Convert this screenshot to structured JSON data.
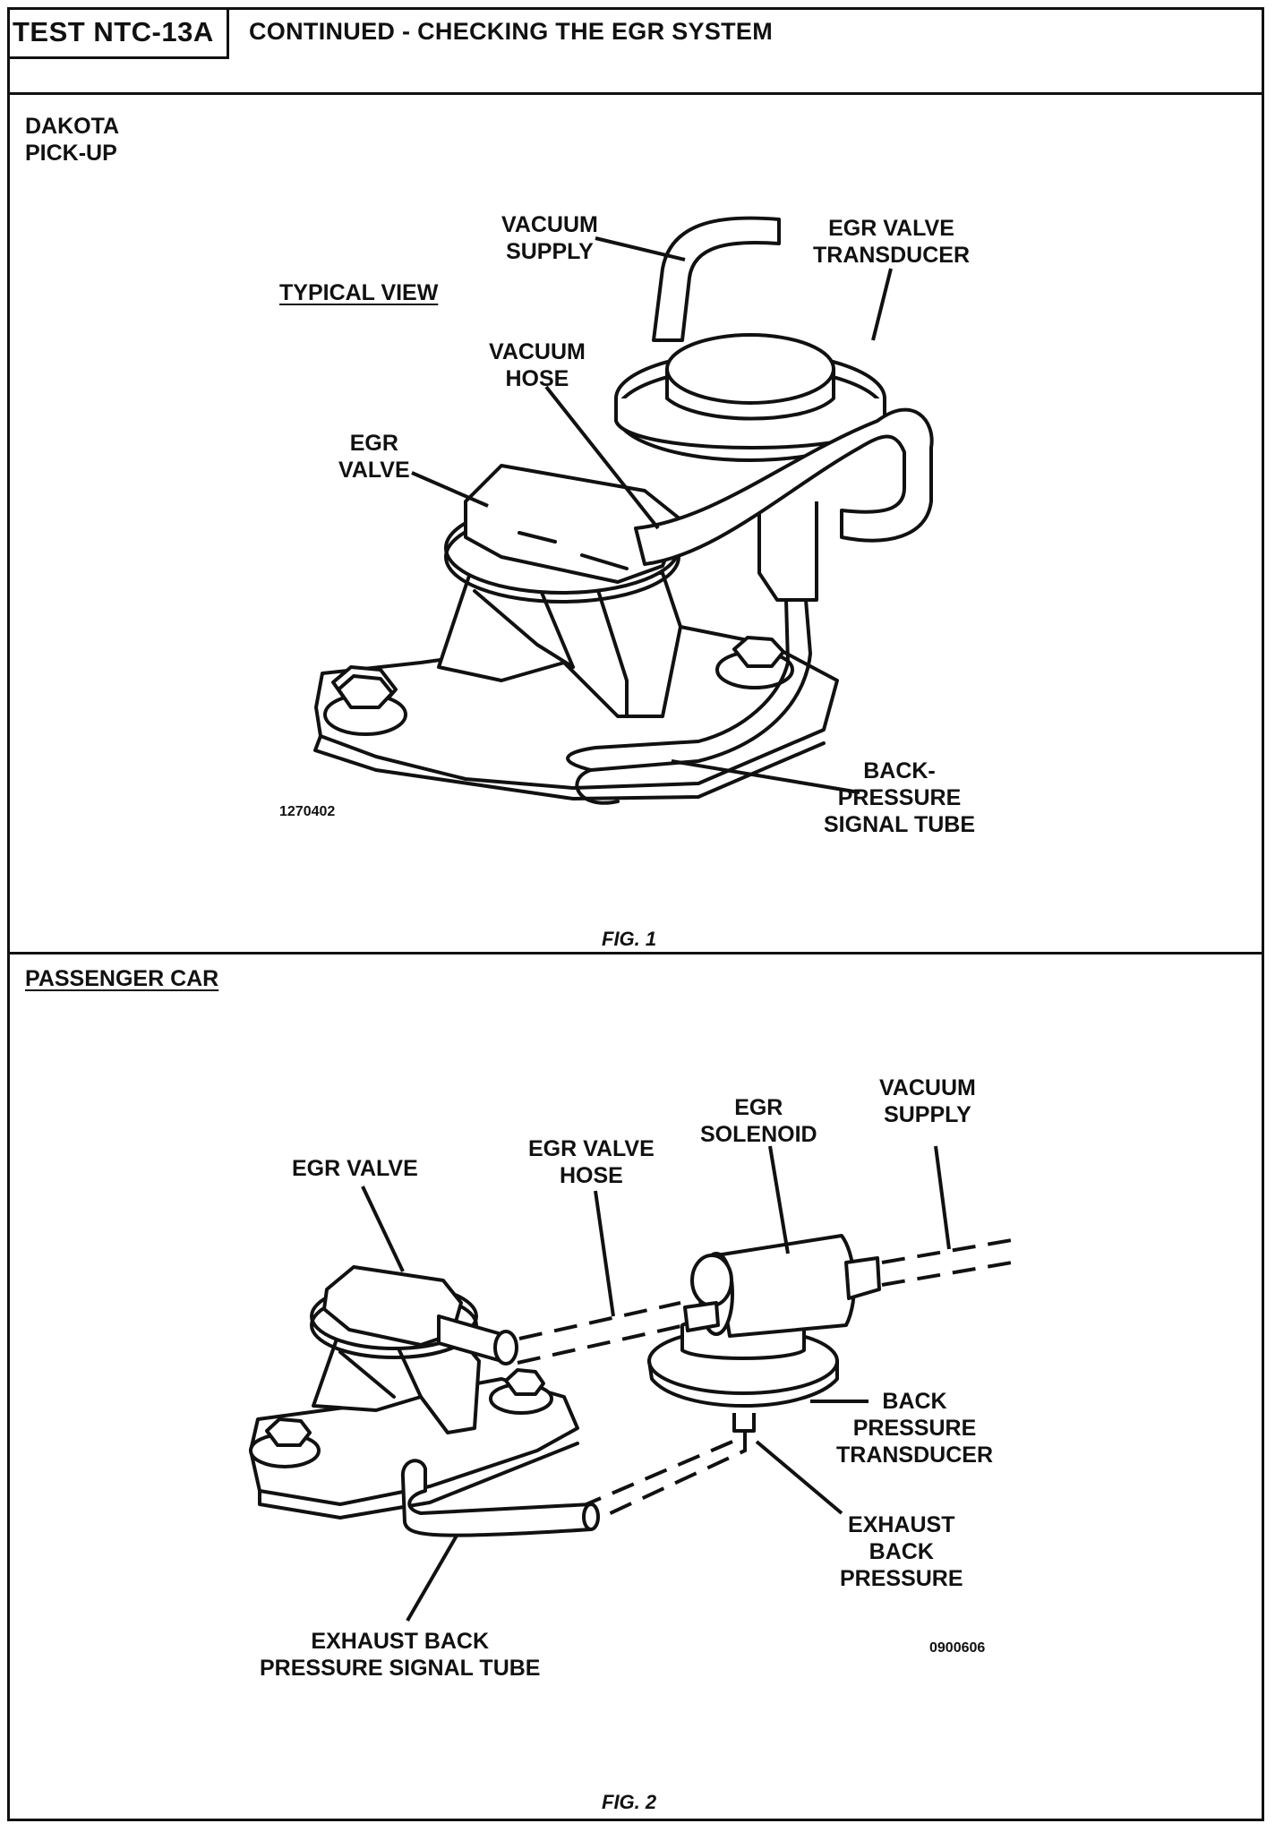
{
  "header": {
    "test_id": "TEST NTC-13A",
    "title": "CONTINUED - CHECKING THE EGR SYSTEM"
  },
  "fig1": {
    "section": "DAKOTA\nPICK-UP",
    "view_label": "TYPICAL VIEW",
    "labels": {
      "vacuum_supply": "VACUUM\nSUPPLY",
      "egr_valve_transducer": "EGR VALVE\nTRANSDUCER",
      "vacuum_hose": "VACUUM\nHOSE",
      "egr_valve": "EGR\nVALVE",
      "back_pressure_signal_tube": "BACK-\nPRESSURE\nSIGNAL TUBE"
    },
    "code": "1270402",
    "caption": "FIG. 1"
  },
  "fig2": {
    "section": "PASSENGER CAR",
    "labels": {
      "egr_valve": "EGR VALVE",
      "egr_valve_hose": "EGR VALVE\nHOSE",
      "egr_solenoid": "EGR\nSOLENOID",
      "vacuum_supply": "VACUUM\nSUPPLY",
      "back_pressure_transducer": "BACK\nPRESSURE\nTRANSDUCER",
      "exhaust_back_pressure": "EXHAUST\nBACK\nPRESSURE",
      "exhaust_back_pressure_signal_tube": "EXHAUST BACK\nPRESSURE SIGNAL TUBE"
    },
    "code": "0900606",
    "caption": "FIG. 2"
  }
}
